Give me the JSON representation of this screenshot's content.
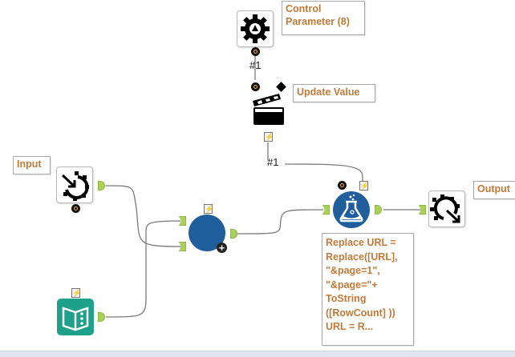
{
  "canvas": {
    "annotations": {
      "control_parameter": "Control\nParameter (8)",
      "update_value": "Update Value",
      "input": "Input",
      "output": "Output",
      "formula": "Replace URL =\nReplace([URL],\n\"&page=1\",\n\"&page=\"+\nToString\n([RowCount] ))\nURL = R..."
    },
    "connection_labels": {
      "control_to_update": "#1",
      "update_to_formula": "#1"
    },
    "tools": [
      {
        "id": "control-parameter",
        "icon": "gear-icon"
      },
      {
        "id": "action-update-value",
        "icon": "clapperboard-icon"
      },
      {
        "id": "macro-input",
        "icon": "macro-input-icon"
      },
      {
        "id": "union",
        "icon": "union-icon"
      },
      {
        "id": "text-input",
        "icon": "book-icon"
      },
      {
        "id": "formula",
        "icon": "flask-icon"
      },
      {
        "id": "macro-output",
        "icon": "macro-output-icon"
      }
    ],
    "colors": {
      "anchor": "#a9d15a",
      "union": "#1f5d9c",
      "formula": "#1f5d9c",
      "text_input": "#1ea08a",
      "annotation_text": "#c07a3a"
    }
  }
}
